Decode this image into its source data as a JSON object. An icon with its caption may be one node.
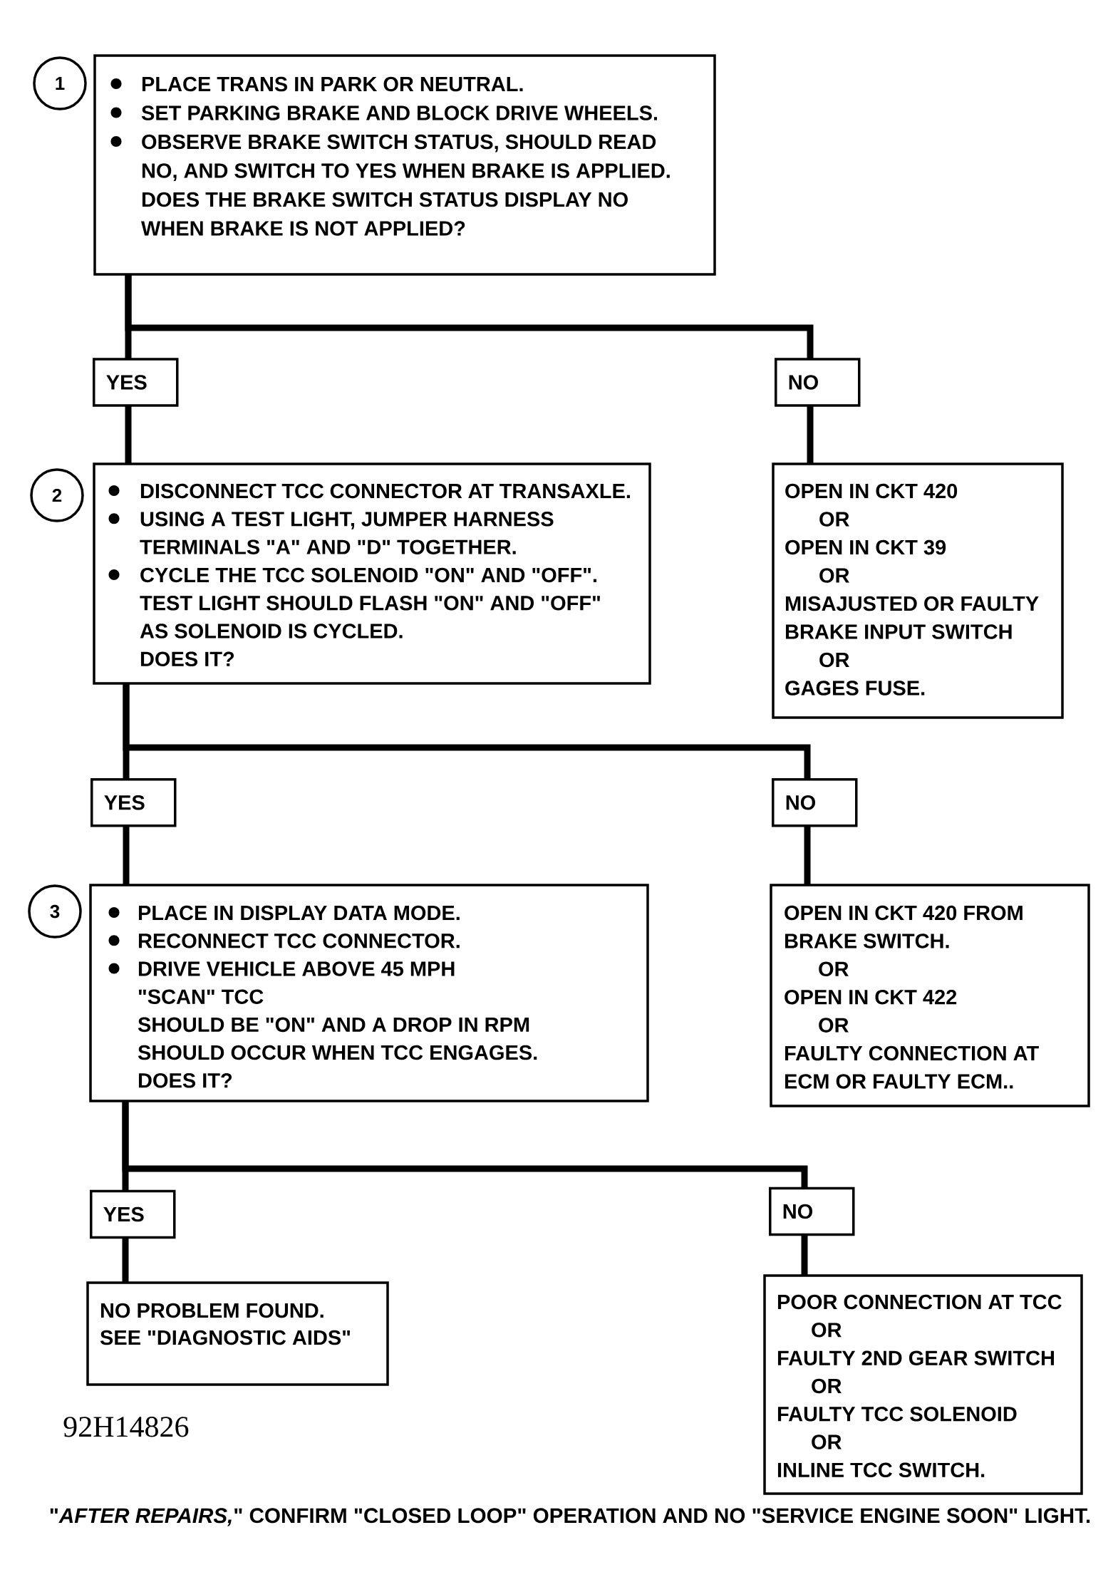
{
  "diagram": {
    "nodes": [
      {
        "text": [
          "PLACE TRANS IN PARK OR NEUTRAL.",
          "SET PARKING BRAKE AND BLOCK DRIVE WHEELS.",
          "OBSERVE BRAKE SWITCH STATUS, SHOULD READ NO, AND SWITCH TO YES WHEN BRAKE IS APPLIED.",
          "DOES THE BRAKE SWITCH STATUS DISPLAY NO WHEN BRAKE IS NOT APPLIED?"
        ],
        "beside": [
          "1"
        ]
      },
      {
        "text": [
          "DISCONNECT TCC CONNECTOR AT TRANSAXLE.",
          "USING A TEST LIGHT, JUMPER HARNESS TERMINALS \"A\" AND \"D\" TOGETHER.",
          "CYCLE THE TCC SOLENOID \"ON\" AND \"OFF\". TEST LIGHT SHOULD FLASH \"ON\" AND \"OFF\" AS SOLENOID IS CYCLED.",
          "DOES IT?"
        ],
        "beside": [
          "2"
        ]
      },
      {
        "text": [
          "OPEN IN CKT 420",
          "OR",
          "OPEN IN CKT 39",
          "OR",
          "MISAJUSTED OR FAULTY BRAKE INPUT SWITCH",
          "OR",
          "GAGES FUSE."
        ]
      },
      {
        "text": [
          "PLACE IN DISPLAY DATA MODE.",
          "RECONNECT TCC CONNECTOR.",
          "DRIVE VEHICLE ABOVE 45 MPH",
          "\"SCAN\" TCC",
          "SHOULD BE \"ON\" AND A DROP IN RPM SHOULD OCCUR WHEN TCC ENGAGES.",
          "DOES IT?"
        ],
        "beside": [
          "3"
        ]
      },
      {
        "text": [
          "OPEN IN CKT 420 FROM BRAKE SWITCH.",
          "OR",
          "OPEN IN CKT 422",
          "OR",
          "FAULTY CONNECTION AT ECM OR FAULTY ECM.."
        ]
      },
      {
        "text": [
          "NO PROBLEM FOUND.",
          "SEE \"DIAGNOSTIC AIDS\""
        ]
      },
      {
        "text": [
          "POOR CONNECTION AT TCC",
          "OR",
          "FAULTY 2ND GEAR SWITCH",
          "OR",
          "FAULTY TCC SOLENOID",
          "OR",
          "INLINE TCC SWITCH."
        ]
      }
    ],
    "edges": [
      {
        "from": 0,
        "to": 1,
        "arrow": "none",
        "label": "YES"
      },
      {
        "from": 0,
        "to": 2,
        "arrow": "none",
        "label": "NO"
      },
      {
        "from": 1,
        "to": 3,
        "arrow": "none",
        "label": "YES"
      },
      {
        "from": 1,
        "to": 4,
        "arrow": "none",
        "label": "NO"
      },
      {
        "from": 3,
        "to": 5,
        "arrow": "none",
        "label": "YES"
      },
      {
        "from": 3,
        "to": 6,
        "arrow": "none",
        "label": "NO"
      }
    ],
    "labels": [
      "92H14826",
      "\"*AFTER REPAIRS,*\" CONFIRM \"CLOSED LOOP\" OPERATION AND NO \"SERVICE ENGINE SOON\" LIGHT."
    ]
  }
}
